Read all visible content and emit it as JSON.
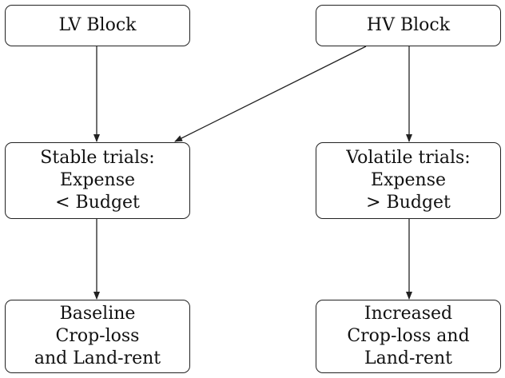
{
  "nodes": {
    "lv_block": {
      "lines": [
        "LV Block"
      ]
    },
    "hv_block": {
      "lines": [
        "HV Block"
      ]
    },
    "stable_trials": {
      "lines": [
        "Stable trials:",
        "Expense",
        "< Budget"
      ]
    },
    "volatile_trials": {
      "lines": [
        "Volatile trials:",
        "Expense",
        "> Budget"
      ]
    },
    "baseline": {
      "lines": [
        "Baseline",
        "Crop-loss",
        "and Land-rent"
      ]
    },
    "increased": {
      "lines": [
        "Increased",
        "Crop-loss and",
        "Land-rent"
      ]
    }
  },
  "edges": [
    {
      "from": "lv_block",
      "to": "stable_trials"
    },
    {
      "from": "hv_block",
      "to": "stable_trials"
    },
    {
      "from": "hv_block",
      "to": "volatile_trials"
    },
    {
      "from": "stable_trials",
      "to": "baseline"
    },
    {
      "from": "volatile_trials",
      "to": "increased"
    }
  ]
}
